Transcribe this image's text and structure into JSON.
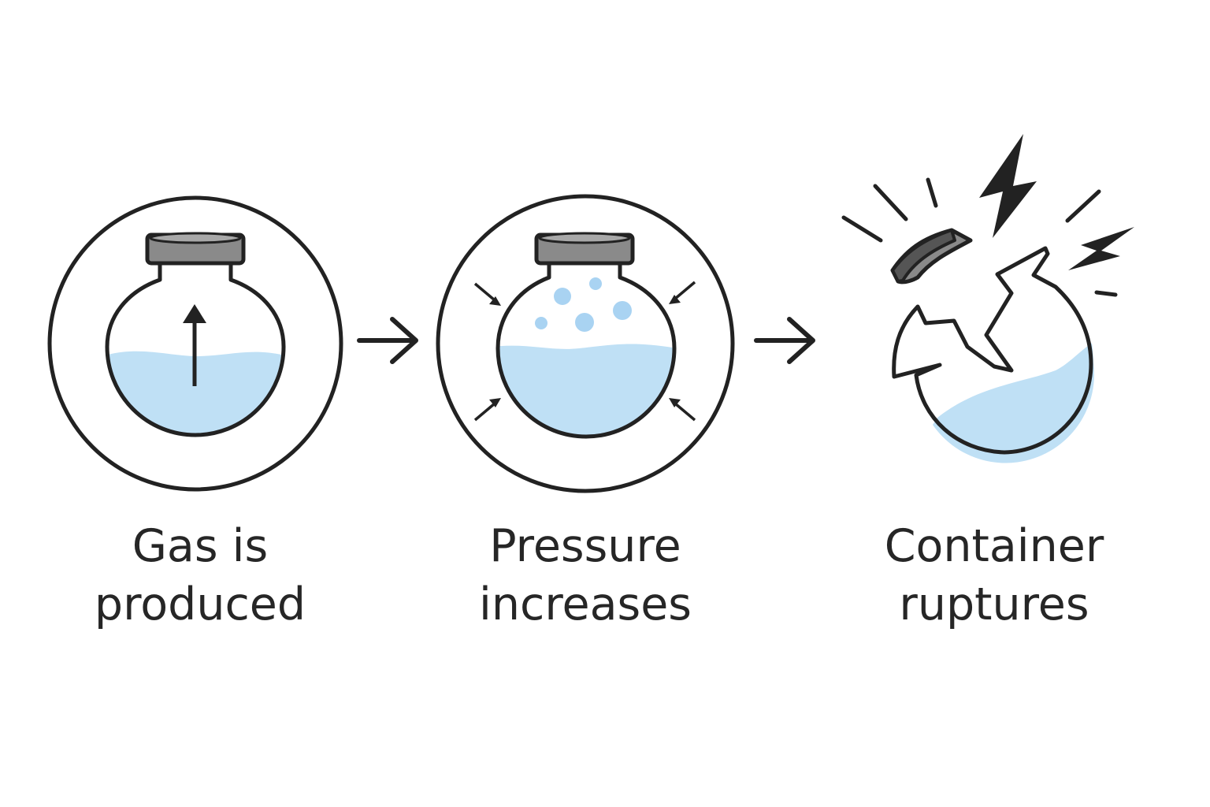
{
  "colors": {
    "outline": "#222222",
    "liquid": "#bfe0f5",
    "bubble": "#a9d3f2",
    "lid": "#8a8a8a",
    "lid_dark": "#555555",
    "background": "#ffffff"
  },
  "steps": [
    {
      "line1": "Gas is",
      "line2": "produced",
      "icon": "flask-rising-arrow-icon"
    },
    {
      "line1": "Pressure",
      "line2": "increases",
      "icon": "flask-pressure-bubbles-icon"
    },
    {
      "line1": "Container",
      "line2": "ruptures",
      "icon": "broken-flask-icon"
    }
  ],
  "connectors": [
    "right-arrow-icon",
    "right-arrow-icon"
  ]
}
